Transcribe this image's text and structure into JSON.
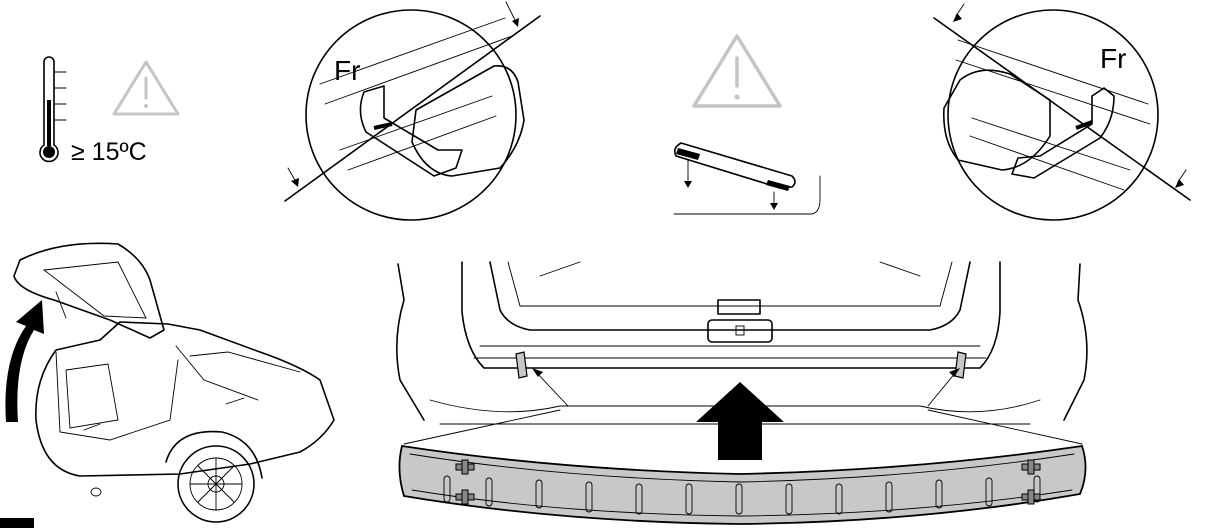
{
  "temperature": {
    "label": "≥ 15ºC",
    "icon": "thermometer-icon"
  },
  "warnings": {
    "icon": "warning-triangle-icon",
    "color": "#c4c4c4"
  },
  "detail_views": {
    "left_front_label": "Fr",
    "right_front_label": "Fr"
  },
  "colors": {
    "line": "#000000",
    "strip_fill": "#c8c8c8",
    "warning": "#c4c4c4"
  }
}
